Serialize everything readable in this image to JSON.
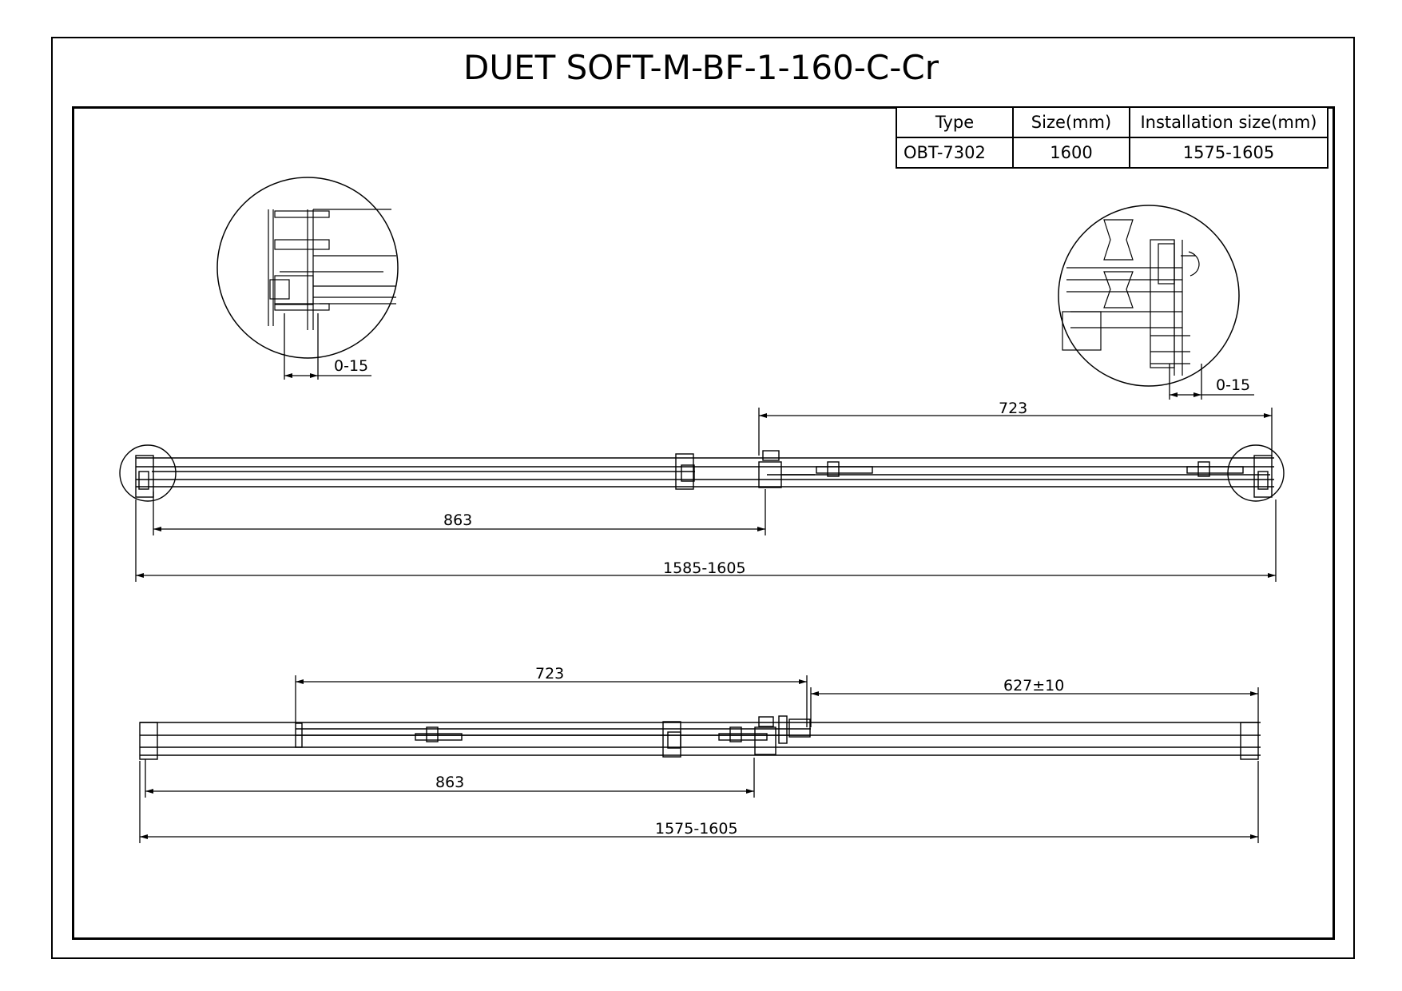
{
  "title": "DUET SOFT-M-BF-1-160-C-Cr",
  "spec_table": {
    "headers": [
      "Type",
      "Size(mm)",
      "Installation size(mm)"
    ],
    "row": [
      "OBT-7302",
      "1600",
      "1575-1605"
    ]
  },
  "dimensions": {
    "detail_left_gap": "0-15",
    "detail_right_gap": "0-15",
    "top_right_panel": "723",
    "top_left_panel": "863",
    "top_overall": "1585-1605",
    "bottom_left_panel_top": "723",
    "bottom_opening": "627±10",
    "bottom_left_panel": "863",
    "bottom_overall": "1575-1605"
  }
}
